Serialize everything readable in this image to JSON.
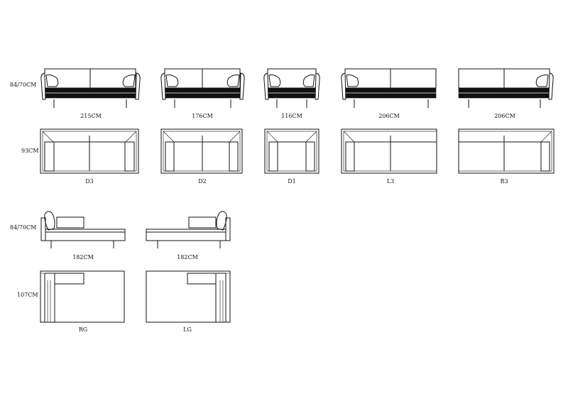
{
  "rows": {
    "front_height_1": "84/70CM",
    "top_depth_1": "93CM",
    "front_height_2": "84/70CM",
    "top_depth_2": "107CM"
  },
  "sofas": [
    {
      "id": "D3",
      "width": "215CM",
      "code": "D3",
      "arms": "both"
    },
    {
      "id": "D2",
      "width": "176CM",
      "code": "D2",
      "arms": "both"
    },
    {
      "id": "D1",
      "width": "116CM",
      "code": "D1",
      "arms": "both"
    },
    {
      "id": "L3",
      "width": "206CM",
      "code": "L3",
      "arms": "left"
    },
    {
      "id": "R3",
      "width": "206CM",
      "code": "R3",
      "arms": "right"
    }
  ],
  "chaises": [
    {
      "id": "RG",
      "width": "182CM",
      "code": "RG",
      "arm_side": "left"
    },
    {
      "id": "LG",
      "width": "182CM",
      "code": "LG",
      "arm_side": "right"
    }
  ],
  "colors": {
    "line": "#111111",
    "background": "#ffffff"
  }
}
